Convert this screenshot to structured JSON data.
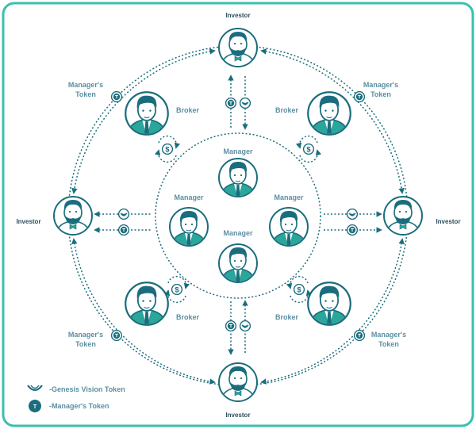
{
  "colors": {
    "frame": "#3bbfb0",
    "teal": "#1b6d7d",
    "teal_light": "#2aa69a",
    "label": "#5b8fa3",
    "dark_label": "#2d4e5e"
  },
  "investors": [
    {
      "label": "Investor",
      "position_name": "top"
    },
    {
      "label": "Investor",
      "position_name": "left"
    },
    {
      "label": "Investor",
      "position_name": "right"
    },
    {
      "label": "Investor",
      "position_name": "bottom"
    }
  ],
  "brokers": [
    {
      "label": "Broker",
      "position_name": "top-left"
    },
    {
      "label": "Broker",
      "position_name": "top-right"
    },
    {
      "label": "Broker",
      "position_name": "bottom-left"
    },
    {
      "label": "Broker",
      "position_name": "bottom-right"
    }
  ],
  "managers": [
    {
      "label": "Manager",
      "position_name": "top"
    },
    {
      "label": "Manager",
      "position_name": "left"
    },
    {
      "label": "Manager",
      "position_name": "right"
    },
    {
      "label": "Manager",
      "position_name": "bottom"
    }
  ],
  "token_labels": [
    {
      "line1": "Manager's",
      "line2": "Token"
    },
    {
      "line1": "Manager's",
      "line2": "Token"
    },
    {
      "line1": "Manager's",
      "line2": "Token"
    },
    {
      "line1": "Manager's",
      "line2": "Token"
    }
  ],
  "icons": {
    "manager_token": "T",
    "dollar": "$"
  },
  "legend": {
    "genesis": "-Genesis Vision Token",
    "manager": "-Manager's Token"
  }
}
